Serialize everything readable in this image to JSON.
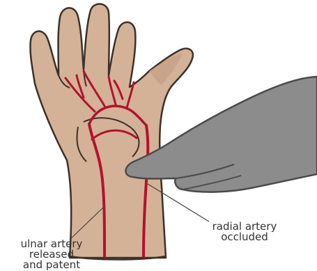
{
  "labels": {
    "ulnar": [
      "ulnar artery",
      "released",
      "and patent"
    ],
    "radial": [
      "radial artery",
      "occluded"
    ]
  },
  "colors": {
    "skin": "#d4b297",
    "skin_outline": "#3d3028",
    "skin_shadow": "#c49e82",
    "artery": "#b3122b",
    "examiner_hand": "#8c8c8c",
    "examiner_outline": "#4a4a4a",
    "leader_line": "#444444"
  }
}
